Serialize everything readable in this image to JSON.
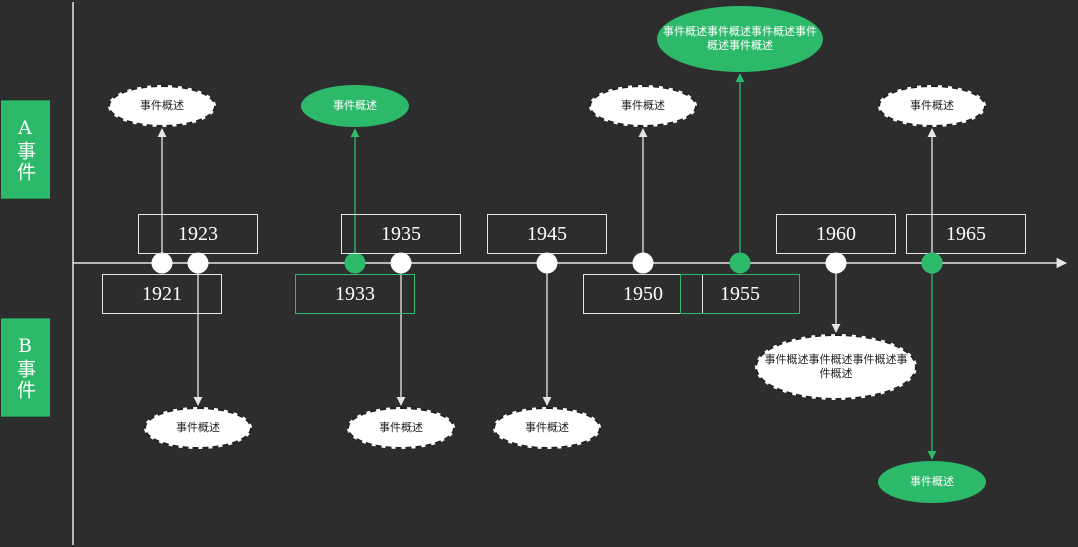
{
  "colors": {
    "background": "#2d2d2d",
    "accent": "#2db96a",
    "line": "#e6e6e6"
  },
  "rows": [
    {
      "key": "A",
      "label": "A事件"
    },
    {
      "key": "B",
      "label": "B事件"
    }
  ],
  "events": [
    {
      "id": "1921",
      "year": "1921",
      "row": "A",
      "highlight": false,
      "desc": "事件概述"
    },
    {
      "id": "1923",
      "year": "1923",
      "row": "B",
      "highlight": false,
      "desc": "事件概述"
    },
    {
      "id": "1933",
      "year": "1933",
      "row": "A",
      "highlight": true,
      "desc": "事件概述"
    },
    {
      "id": "1935",
      "year": "1935",
      "row": "B",
      "highlight": false,
      "desc": "事件概述"
    },
    {
      "id": "1945",
      "year": "1945",
      "row": "B",
      "highlight": false,
      "desc": "事件概述"
    },
    {
      "id": "1950",
      "year": "1950",
      "row": "A",
      "highlight": false,
      "desc": "事件概述"
    },
    {
      "id": "1955",
      "year": "1955",
      "row": "A",
      "highlight": true,
      "desc": "事件概述事件概述事件概述事件概述事件概述"
    },
    {
      "id": "1960",
      "year": "1960",
      "row": "B",
      "highlight": false,
      "desc": "事件概述事件概述事件概述事件概述"
    },
    {
      "id": "1965",
      "year": "1965",
      "row": "A",
      "highlight": false,
      "desc": "事件概述"
    },
    {
      "id": "1965b",
      "year": "",
      "row": "B",
      "highlight": true,
      "desc": "事件概述"
    }
  ]
}
